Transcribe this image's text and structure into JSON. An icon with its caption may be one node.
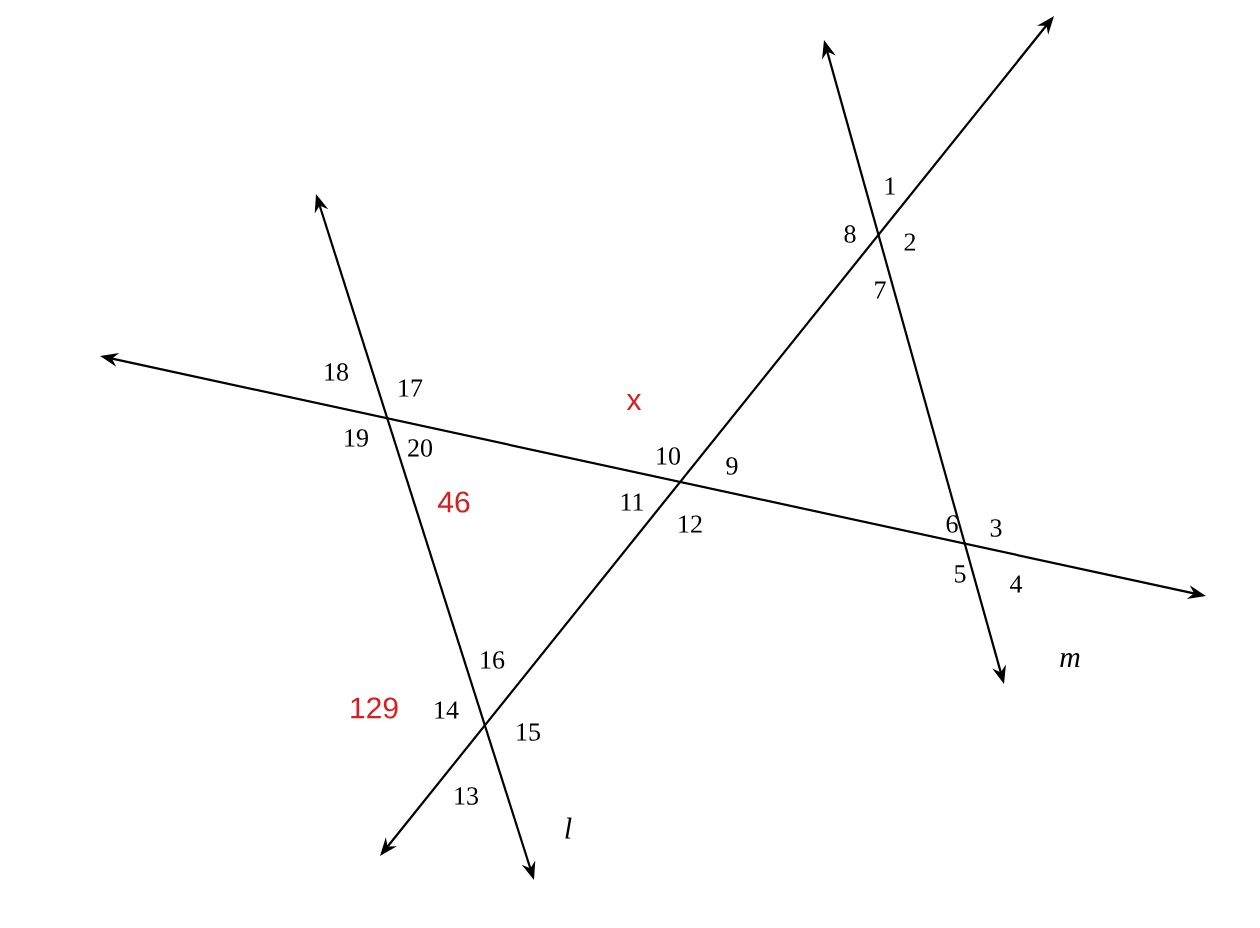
{
  "diagram": {
    "labels": [
      "1",
      "8",
      "2",
      "7",
      "18",
      "17",
      "x",
      "10",
      "9",
      "19",
      "20",
      "11",
      "46",
      "12",
      "6",
      "3",
      "5",
      "4",
      "m",
      "16",
      "129",
      "14",
      "15",
      "13",
      "l"
    ]
  }
}
